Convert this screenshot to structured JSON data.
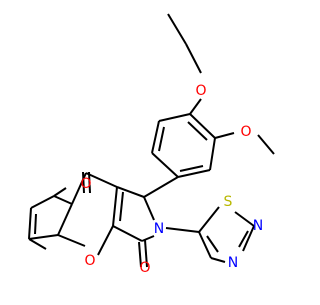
{
  "molecule": {
    "atom_labels": {
      "o_ether": "O",
      "o_methoxy": "O",
      "o_ketone": "O",
      "o_ring": "O",
      "o_lactam": "O",
      "n_pyrrole": "N",
      "s_thiadiazole": "S",
      "n_thiadiazole_1": "N",
      "n_thiadiazole_2": "N"
    },
    "colors": {
      "bond": "#000000",
      "oxygen": "#ff0000",
      "nitrogen": "#0000ff",
      "sulfur": "#b8b800"
    }
  }
}
